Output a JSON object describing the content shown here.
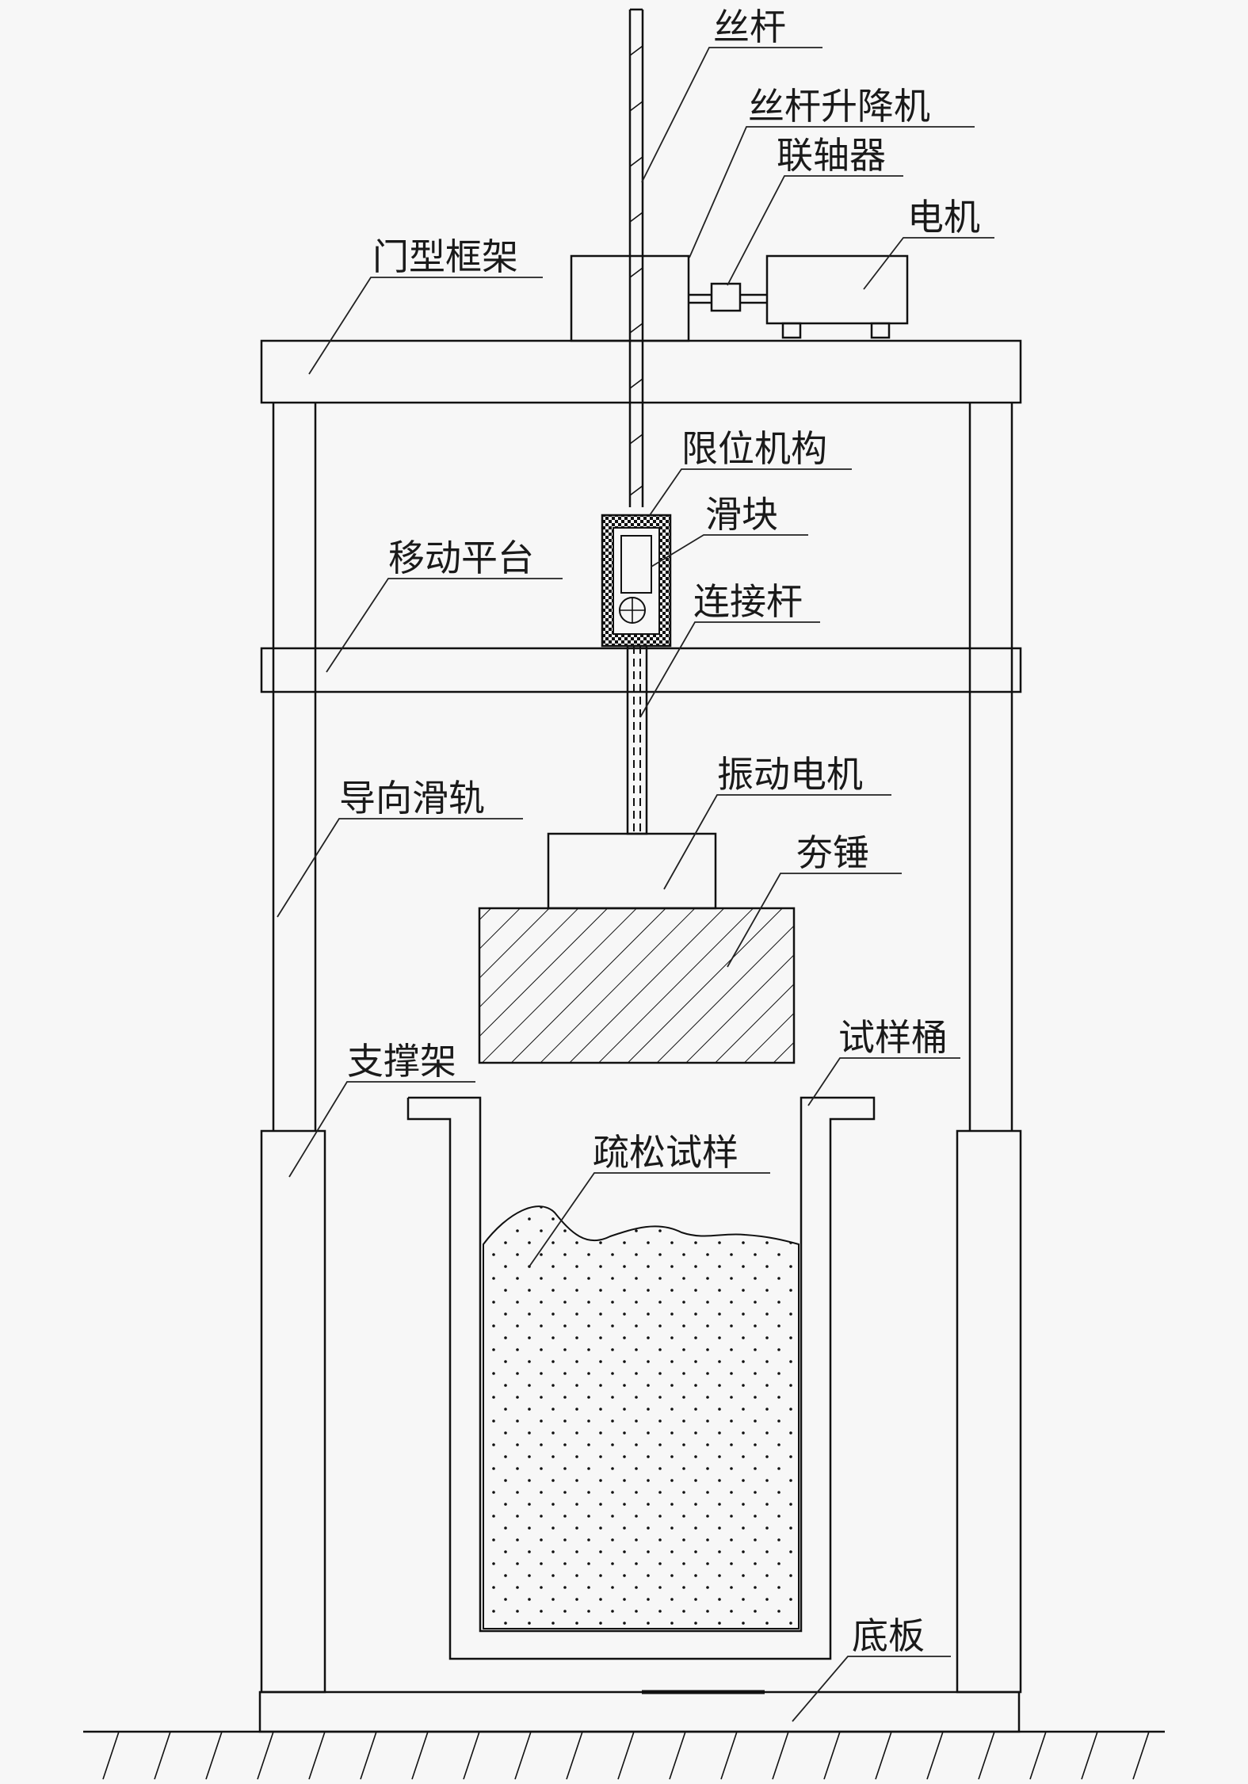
{
  "labels": {
    "lead_screw": "丝杆",
    "screw_jack": "丝杆升降机",
    "coupling": "联轴器",
    "motor": "电机",
    "gantry_frame": "门型框架",
    "limit_mechanism": "限位机构",
    "slider": "滑块",
    "moving_platform": "移动平台",
    "connecting_rod": "连接杆",
    "vibration_motor": "振动电机",
    "guide_rail": "导向滑轨",
    "rammer": "夯锤",
    "sample_barrel": "试样桶",
    "support_frame": "支撑架",
    "loose_sample": "疏松试样",
    "base_plate": "底板"
  },
  "colors": {
    "background": "#f7f7f7",
    "line": "#111111",
    "text": "#1a1a1a"
  }
}
